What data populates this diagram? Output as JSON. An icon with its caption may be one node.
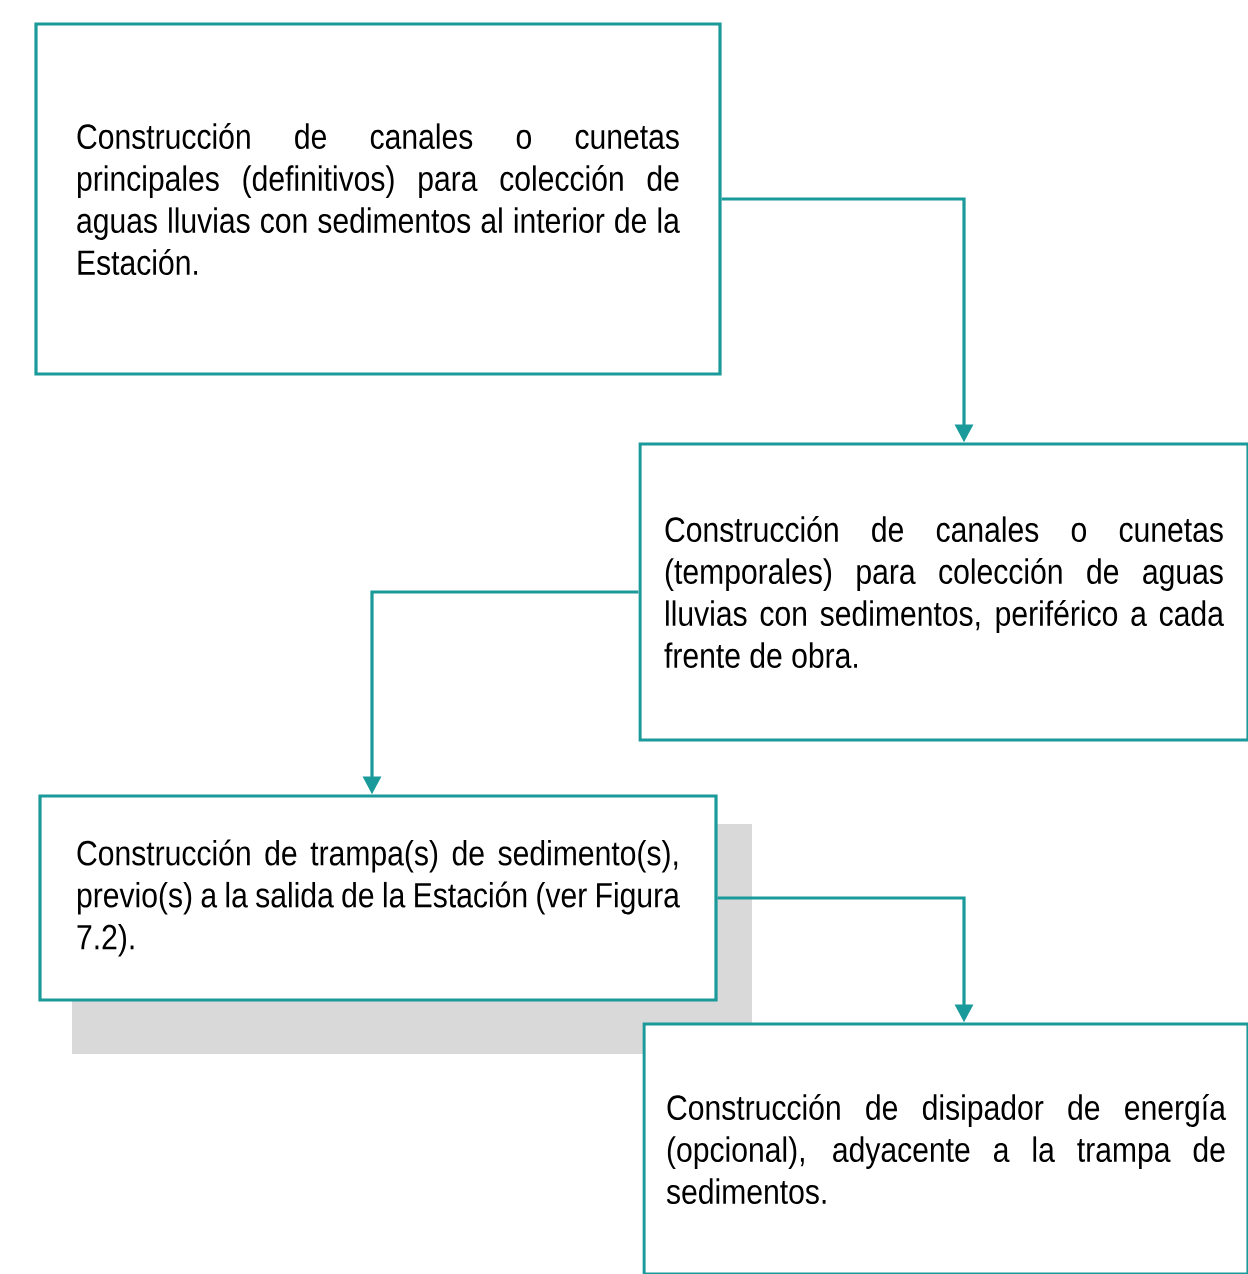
{
  "diagram": {
    "nodes": [
      {
        "text": [
          "Construcción de canales o cunetas principales (definitivos) para colección de aguas lluvias con sedimentos al interior de la Estación."
        ]
      },
      {
        "text": [
          "Construcción de canales o cunetas (temporales) para colección de aguas lluvias con sedimentos, periférico a cada frente de obra."
        ]
      },
      {
        "text": [
          "Construcción de trampa(s) de sedimento(s), previo(s) a la salida de la Estación (ver Figura 7.2)."
        ]
      },
      {
        "text": [
          "Construcción de disipador de energía (opcional), adyacente a la trampa de sedimentos."
        ]
      }
    ],
    "edges": [
      {
        "from": 0,
        "to": 1,
        "arrow": "to"
      },
      {
        "from": 1,
        "to": 2,
        "arrow": "to"
      },
      {
        "from": 2,
        "to": 3,
        "arrow": "to"
      }
    ]
  }
}
